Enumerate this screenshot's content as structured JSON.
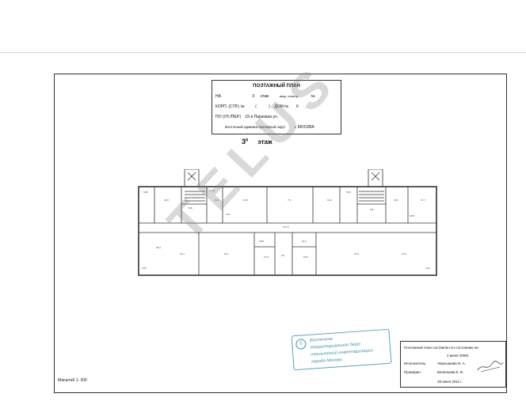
{
  "title_block": {
    "title": "ПОЭТАЖНЫЙ ПЛАН",
    "na_label": "НА",
    "floor_value": "3",
    "floor_word": "этаж",
    "kvar_label": "квар. помещ.",
    "no_label": "№",
    "korp_label": "КОРП. (СТР.) №",
    "korp_paren": "(",
    "korp_paren_close": ")",
    "dom_label": "ДОМ №",
    "dom_value": "6",
    "street_label": "ПО (УЛ./ПЕР.)",
    "street_value": "15-я Парковая ул.",
    "district_value": "Восточный административный округ",
    "city_label": "г. МОСКВА"
  },
  "floor_heading": {
    "number": "3",
    "superscript": "й",
    "word": "этаж"
  },
  "watermark": "TELUS",
  "stamp": {
    "circle_number": "5",
    "line1": "Восточное",
    "line2": "территориальное бюро",
    "line3": "технической инвентаризации",
    "line4": "города Москвы"
  },
  "info_block": {
    "compiled_text": "Поэтажный план составлен по состоянию на",
    "compiled_date": "4 июня 2008г.",
    "executor_label": "Исполнитель",
    "executor_name": "Чернышева И. А.",
    "checked_label": "Проверил",
    "checked_name": "Беленкова Е. В.",
    "final_date": "28 июня 2011 г."
  },
  "scale_label": "Масштаб 1: 200",
  "room_labels": [
    "6.85",
    "33.8",
    "5.35",
    "8.75",
    "10.1",
    "15.8",
    "7.5",
    "4.47",
    "13.9",
    "5.55",
    "9.8",
    "36.5",
    "37.7",
    "6.85",
    "28.4",
    "107.5",
    "5.95",
    "11.5",
    "22.4",
    "23.1",
    "22.4",
    "8.32",
    "15.6",
    "5.6",
    "14.5",
    "4.65",
    "5.62"
  ],
  "colors": {
    "ink": "#333333",
    "stamp": "#3f8fb5",
    "watermark": "rgba(120,120,120,0.28)"
  }
}
